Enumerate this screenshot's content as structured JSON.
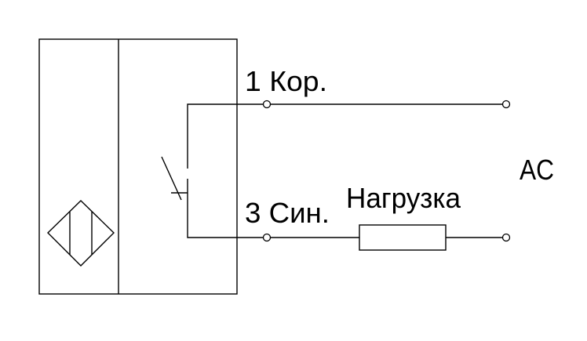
{
  "labels": {
    "terminal_1": "1 Кор.",
    "terminal_3": "3 Син.",
    "load": "Нагрузка",
    "supply": "AC"
  },
  "colors": {
    "line": "#000000",
    "background": "#ffffff"
  }
}
